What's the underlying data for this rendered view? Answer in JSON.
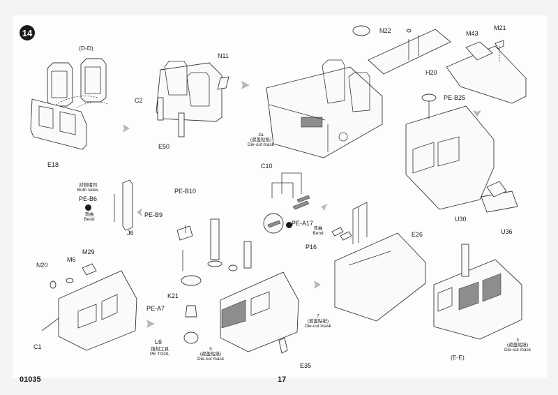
{
  "step_number": "14",
  "footer": {
    "catalog": "01035",
    "page": "17"
  },
  "labels": {
    "dd": "(D-D)",
    "e18": "E18",
    "c2": "C2",
    "n11": "N11",
    "e50": "E50",
    "mask_2a_num": "2a",
    "mask_2a_cn": "(遮盖贴纸)",
    "mask_2a": "Die-cut mask",
    "n22": "N22",
    "h20": "H20",
    "m43": "M43",
    "m21": "M21",
    "pe_b25": "PE-B25",
    "u30": "U30",
    "u36": "U36",
    "both_sides_cn": "对侧相同",
    "both_sides": "Both sides",
    "pe_b6": "PE-B6",
    "bend_cn_1": "弯曲",
    "bend_1": "Bend",
    "j6": "J6",
    "pe_b10": "PE-B10",
    "pe_b9": "PE-B9",
    "c10": "C10",
    "pe_a17": "PE-A17",
    "bend_cn_2": "弯曲",
    "bend_2": "Bend",
    "p16": "P16",
    "e26": "E26",
    "n20": "N20",
    "m6": "M6",
    "m29": "M29",
    "c1": "C1",
    "k21": "K21",
    "pe_a7": "PE-A7",
    "l6": "L6",
    "pe_tool_cn": "蚀刻工具",
    "pe_tool": "PE TOOL",
    "mask_5_num": "5",
    "mask_5_cn": "(遮盖贴纸)",
    "mask_5": "Die-cut mask",
    "mask_7_num": "7",
    "mask_7_cn": "(遮盖贴纸)",
    "mask_7": "Die-cut mask",
    "e35": "E35",
    "mask_3_num": "3",
    "mask_3_cn": "(遮盖贴纸)",
    "mask_3": "Die-cut mask",
    "ee": "(E-E)"
  }
}
